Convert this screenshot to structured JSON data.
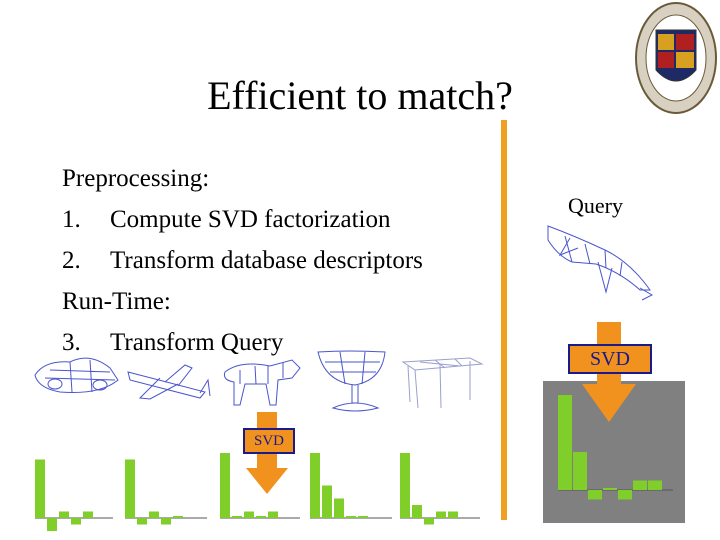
{
  "slide": {
    "title": "Efficient to match?",
    "lines": [
      {
        "num": "",
        "text": "Preprocessing:"
      },
      {
        "num": "1.",
        "text": "Compute SVD factorization"
      },
      {
        "num": "2.",
        "text": "Transform database descriptors"
      },
      {
        "num": "",
        "text": "Run-Time:"
      },
      {
        "num": "3.",
        "text": "Transform Query"
      }
    ],
    "query_label": "Query",
    "svd_label": "SVD",
    "svd_label_small": "SVD"
  },
  "icons": [
    "university-seal-icon",
    "car-model-icon",
    "airplane-model-icon",
    "dog-model-icon",
    "goblet-model-icon",
    "table-model-icon",
    "shark-model-icon"
  ],
  "colors": {
    "accent": "#f0a020",
    "arrow": "#f2921e",
    "bar": "#7fce2a",
    "panel": "#808080",
    "svd_text": "#1a1a8a"
  },
  "chart_data": [
    {
      "type": "bar",
      "values": [
        9,
        -2,
        1,
        -1,
        1
      ]
    },
    {
      "type": "bar",
      "values": [
        9,
        -1,
        1,
        -1,
        0
      ]
    },
    {
      "type": "bar",
      "values": [
        10,
        0,
        1,
        0,
        1
      ]
    },
    {
      "type": "bar",
      "values": [
        10,
        5,
        3,
        0,
        0
      ]
    },
    {
      "type": "bar",
      "values": [
        10,
        2,
        -1,
        1,
        1
      ]
    },
    {
      "type": "bar",
      "values": [
        10,
        4,
        -1,
        0,
        -1,
        1,
        1
      ]
    }
  ]
}
